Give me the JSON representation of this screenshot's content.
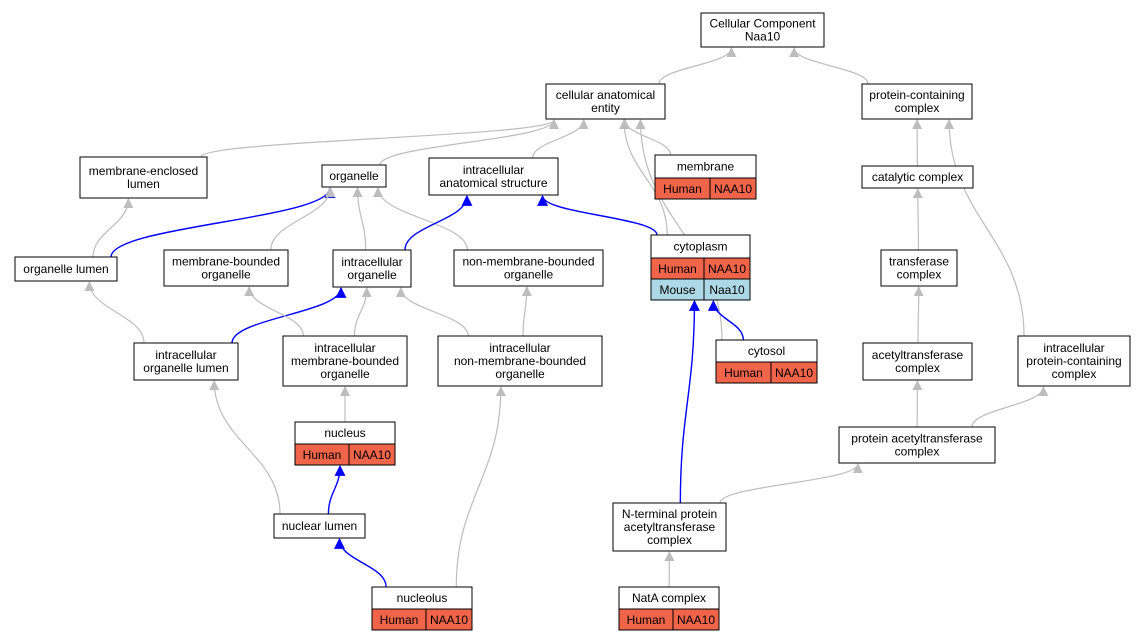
{
  "colors": {
    "gray_edge": "#bdbdbd",
    "blue_edge": "#0000ff",
    "human_fill": "#f0644a",
    "mouse_fill": "#add8e6",
    "node_fill": "#ffffff",
    "node_stroke": "#000000"
  },
  "nodes": [
    {
      "id": "root",
      "lines": [
        "Cellular Component",
        "Naa10"
      ]
    },
    {
      "id": "cae",
      "lines": [
        "cellular anatomical",
        "entity"
      ]
    },
    {
      "id": "pcc",
      "lines": [
        "protein-containing",
        "complex"
      ]
    },
    {
      "id": "mel",
      "lines": [
        "membrane-enclosed",
        "lumen"
      ]
    },
    {
      "id": "organelle",
      "lines": [
        "organelle"
      ]
    },
    {
      "id": "ias",
      "lines": [
        "intracellular",
        "anatomical structure"
      ]
    },
    {
      "id": "membrane",
      "lines": [
        "membrane"
      ],
      "annotations": [
        {
          "species": "Human",
          "gene": "NAA10"
        }
      ]
    },
    {
      "id": "catalytic",
      "lines": [
        "catalytic complex"
      ]
    },
    {
      "id": "ol",
      "lines": [
        "organelle lumen"
      ]
    },
    {
      "id": "mbo",
      "lines": [
        "membrane-bounded",
        "organelle"
      ]
    },
    {
      "id": "io",
      "lines": [
        "intracellular",
        "organelle"
      ]
    },
    {
      "id": "nmbo",
      "lines": [
        "non-membrane-bounded",
        "organelle"
      ]
    },
    {
      "id": "cytoplasm",
      "lines": [
        "cytoplasm"
      ],
      "annotations": [
        {
          "species": "Human",
          "gene": "NAA10"
        },
        {
          "species": "Mouse",
          "gene": "Naa10"
        }
      ]
    },
    {
      "id": "transferase",
      "lines": [
        "transferase",
        "complex"
      ]
    },
    {
      "id": "iol",
      "lines": [
        "intracellular",
        "organelle lumen"
      ]
    },
    {
      "id": "imbo",
      "lines": [
        "intracellular",
        "membrane-bounded",
        "organelle"
      ]
    },
    {
      "id": "inmbo",
      "lines": [
        "intracellular",
        "non-membrane-bounded",
        "organelle"
      ]
    },
    {
      "id": "cytosol",
      "lines": [
        "cytosol"
      ],
      "annotations": [
        {
          "species": "Human",
          "gene": "NAA10"
        }
      ]
    },
    {
      "id": "acetyl",
      "lines": [
        "acetyltransferase",
        "complex"
      ]
    },
    {
      "id": "ipcc",
      "lines": [
        "intracellular",
        "protein-containing",
        "complex"
      ]
    },
    {
      "id": "nucleus",
      "lines": [
        "nucleus"
      ],
      "annotations": [
        {
          "species": "Human",
          "gene": "NAA10"
        }
      ]
    },
    {
      "id": "pac",
      "lines": [
        "protein acetyltransferase",
        "complex"
      ]
    },
    {
      "id": "nl",
      "lines": [
        "nuclear lumen"
      ]
    },
    {
      "id": "ntpac",
      "lines": [
        "N-terminal protein",
        "acetyltransferase",
        "complex"
      ]
    },
    {
      "id": "nucleolus",
      "lines": [
        "nucleolus"
      ],
      "annotations": [
        {
          "species": "Human",
          "gene": "NAA10"
        }
      ]
    },
    {
      "id": "nata",
      "lines": [
        "NatA complex"
      ],
      "annotations": [
        {
          "species": "Human",
          "gene": "NAA10"
        }
      ]
    }
  ],
  "edges": [
    {
      "from": "cae",
      "to": "root",
      "style": "gray"
    },
    {
      "from": "pcc",
      "to": "root",
      "style": "gray"
    },
    {
      "from": "mel",
      "to": "cae",
      "style": "gray"
    },
    {
      "from": "organelle",
      "to": "cae",
      "style": "gray"
    },
    {
      "from": "ias",
      "to": "cae",
      "style": "gray"
    },
    {
      "from": "membrane",
      "to": "cae",
      "style": "gray"
    },
    {
      "from": "cytoplasm",
      "to": "cae",
      "style": "gray"
    },
    {
      "from": "cytosol",
      "to": "cae",
      "style": "gray"
    },
    {
      "from": "catalytic",
      "to": "pcc",
      "style": "gray"
    },
    {
      "from": "ipcc",
      "to": "pcc",
      "style": "gray"
    },
    {
      "from": "ol",
      "to": "mel",
      "style": "gray"
    },
    {
      "from": "ol",
      "to": "organelle",
      "style": "blue"
    },
    {
      "from": "mbo",
      "to": "organelle",
      "style": "gray"
    },
    {
      "from": "io",
      "to": "organelle",
      "style": "gray"
    },
    {
      "from": "nmbo",
      "to": "organelle",
      "style": "gray"
    },
    {
      "from": "io",
      "to": "ias",
      "style": "blue"
    },
    {
      "from": "cytoplasm",
      "to": "ias",
      "style": "blue"
    },
    {
      "from": "transferase",
      "to": "catalytic",
      "style": "gray"
    },
    {
      "from": "iol",
      "to": "ol",
      "style": "gray"
    },
    {
      "from": "iol",
      "to": "io",
      "style": "blue"
    },
    {
      "from": "imbo",
      "to": "mbo",
      "style": "gray"
    },
    {
      "from": "imbo",
      "to": "io",
      "style": "gray"
    },
    {
      "from": "inmbo",
      "to": "io",
      "style": "gray"
    },
    {
      "from": "inmbo",
      "to": "nmbo",
      "style": "gray"
    },
    {
      "from": "cytosol",
      "to": "cytoplasm",
      "style": "blue"
    },
    {
      "from": "ntpac",
      "to": "cytoplasm",
      "style": "blue"
    },
    {
      "from": "acetyl",
      "to": "transferase",
      "style": "gray"
    },
    {
      "from": "pac",
      "to": "acetyl",
      "style": "gray"
    },
    {
      "from": "pac",
      "to": "ipcc",
      "style": "gray"
    },
    {
      "from": "nucleus",
      "to": "imbo",
      "style": "gray"
    },
    {
      "from": "nl",
      "to": "iol",
      "style": "gray"
    },
    {
      "from": "nl",
      "to": "nucleus",
      "style": "blue"
    },
    {
      "from": "ntpac",
      "to": "pac",
      "style": "gray"
    },
    {
      "from": "nucleolus",
      "to": "nl",
      "style": "blue"
    },
    {
      "from": "nucleolus",
      "to": "inmbo",
      "style": "gray"
    },
    {
      "from": "nata",
      "to": "ntpac",
      "style": "gray"
    }
  ]
}
